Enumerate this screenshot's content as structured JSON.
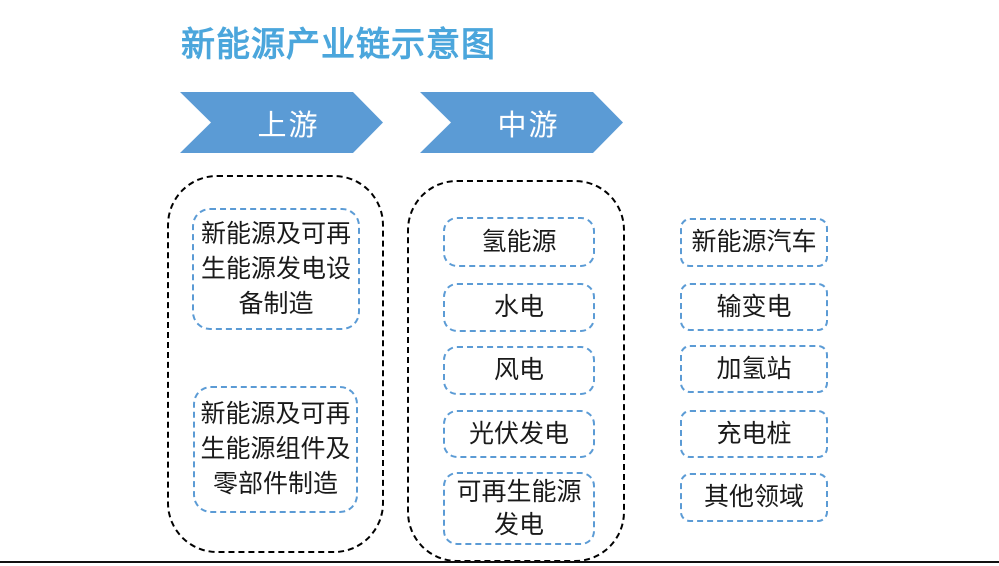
{
  "title": "新能源产业链示意图",
  "stages": [
    {
      "label": "上游"
    },
    {
      "label": "中游"
    }
  ],
  "upstream": {
    "items": [
      "新能源及可再生能源发电设备制造",
      "新能源及可再生能源组件及零部件制造"
    ]
  },
  "midstream": {
    "items": [
      "氢能源",
      "水电",
      "风电",
      "光伏发电",
      "可再生能源发电"
    ]
  },
  "downstream": {
    "items": [
      "新能源汽车",
      "输变电",
      "加氢站",
      "充电桩",
      "其他领域"
    ]
  },
  "colors": {
    "accent_blue": "#5B9BD5",
    "title_blue": "#4BA6DC",
    "node_border_blue": "#5B9BD5",
    "group_border_black": "#000000",
    "node_text": "#1a1a1a",
    "background": "#ffffff"
  }
}
